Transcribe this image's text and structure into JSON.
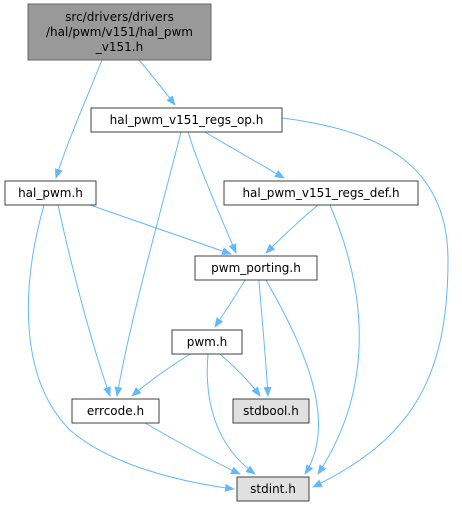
{
  "colors": {
    "edge": "#63b8ff",
    "node_stroke": "#404040",
    "focus_fill": "#999999",
    "node_fill": "#ffffff",
    "system_fill": "#e0e0e0"
  },
  "nodes": [
    {
      "id": "root",
      "lines": [
        "src/drivers/drivers",
        "/hal/pwm/v151/hal_pwm",
        "_v151.h"
      ],
      "kind": "focus"
    },
    {
      "id": "regs_op",
      "lines": [
        "hal_pwm_v151_regs_op.h"
      ],
      "kind": "normal"
    },
    {
      "id": "hal_pwm",
      "lines": [
        "hal_pwm.h"
      ],
      "kind": "normal"
    },
    {
      "id": "regs_def",
      "lines": [
        "hal_pwm_v151_regs_def.h"
      ],
      "kind": "normal"
    },
    {
      "id": "pwm_porting",
      "lines": [
        "pwm_porting.h"
      ],
      "kind": "normal"
    },
    {
      "id": "pwm",
      "lines": [
        "pwm.h"
      ],
      "kind": "normal"
    },
    {
      "id": "errcode",
      "lines": [
        "errcode.h"
      ],
      "kind": "normal"
    },
    {
      "id": "stdbool",
      "lines": [
        "stdbool.h"
      ],
      "kind": "system"
    },
    {
      "id": "stdint",
      "lines": [
        "stdint.h"
      ],
      "kind": "system"
    }
  ],
  "edges": [
    [
      "root",
      "regs_op"
    ],
    [
      "root",
      "hal_pwm"
    ],
    [
      "regs_op",
      "regs_def"
    ],
    [
      "regs_op",
      "pwm_porting"
    ],
    [
      "regs_op",
      "errcode"
    ],
    [
      "regs_op",
      "stdint"
    ],
    [
      "hal_pwm",
      "pwm_porting"
    ],
    [
      "hal_pwm",
      "errcode"
    ],
    [
      "hal_pwm",
      "stdint"
    ],
    [
      "regs_def",
      "pwm_porting"
    ],
    [
      "regs_def",
      "stdint"
    ],
    [
      "pwm_porting",
      "pwm"
    ],
    [
      "pwm_porting",
      "stdbool"
    ],
    [
      "pwm_porting",
      "stdint"
    ],
    [
      "pwm",
      "errcode"
    ],
    [
      "pwm",
      "stdbool"
    ],
    [
      "pwm",
      "stdint"
    ],
    [
      "errcode",
      "stdint"
    ]
  ]
}
